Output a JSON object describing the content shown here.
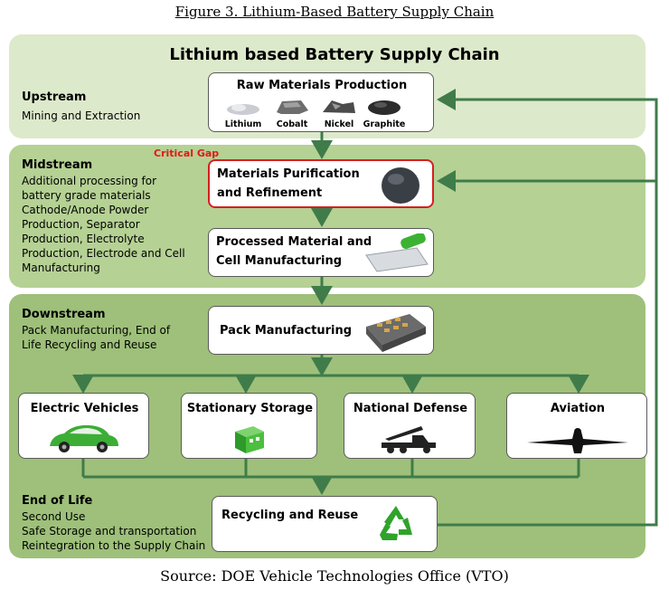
{
  "figure_caption": "Figure 3.  Lithium-Based Battery Supply Chain",
  "title": "Lithium based Battery Supply Chain",
  "critical_gap": "Critical Gap",
  "source": "Source: DOE Vehicle Technologies Office (VTO)",
  "stages": {
    "upstream": {
      "name": "Upstream",
      "desc": [
        "Mining and Extraction"
      ]
    },
    "midstream": {
      "name": "Midstream",
      "desc": [
        "Additional processing for",
        "battery grade materials",
        "Cathode/Anode Powder",
        "Production, Separator",
        "Production, Electrolyte",
        "Production, Electrode and Cell",
        "Manufacturing"
      ]
    },
    "downstream": {
      "name": "Downstream",
      "desc": [
        "Pack Manufacturing, End of",
        "Life Recycling and Reuse"
      ]
    },
    "end_of_life": {
      "name": "End of Life",
      "desc": [
        "Second Use",
        "Safe Storage and transportation",
        "Reintegration to the Supply Chain"
      ]
    }
  },
  "boxes": {
    "raw_materials": "Raw Materials Production",
    "materials": [
      "Lithium",
      "Cobalt",
      "Nickel",
      "Graphite"
    ],
    "purification": [
      "Materials Purification",
      "and Refinement"
    ],
    "processed": [
      "Processed Material and",
      "Cell Manufacturing"
    ],
    "pack": "Pack Manufacturing",
    "electric_vehicles": "Electric Vehicles",
    "stationary_storage": "Stationary Storage",
    "national_defense": "National Defense",
    "aviation": "Aviation",
    "recycling": "Recycling and Reuse"
  },
  "colors": {
    "light_band": "#dde9cb",
    "dark_band": "#9ec07a",
    "arrow": "#3f7c4a",
    "critical": "#e11919"
  }
}
